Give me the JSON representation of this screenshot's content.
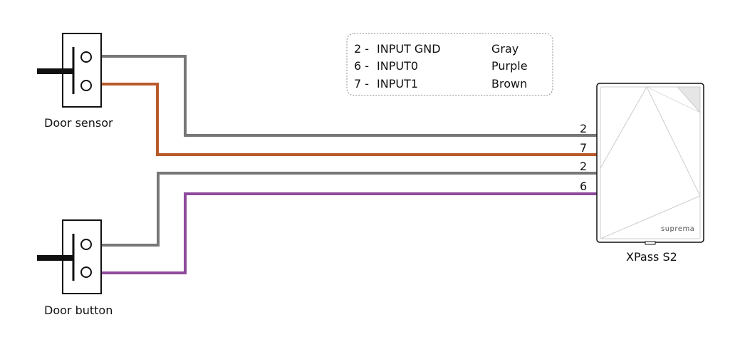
{
  "legend": {
    "rows": [
      {
        "pin": "2 -",
        "signal": "INPUT GND",
        "color_name": "Gray"
      },
      {
        "pin": "6 -",
        "signal": "INPUT0",
        "color_name": "Purple"
      },
      {
        "pin": "7 -",
        "signal": "INPUT1",
        "color_name": "Brown"
      }
    ]
  },
  "devices": {
    "door_sensor_label": "Door sensor",
    "door_button_label": "Door button",
    "reader_label": "XPass S2",
    "reader_brand": "suprema"
  },
  "pins": {
    "sensor_gray": "2",
    "sensor_brown": "7",
    "button_gray": "2",
    "button_purple": "6"
  },
  "colors": {
    "gray": "#777777",
    "brown": "#b85a2a",
    "purple": "#8e4a9c",
    "outline": "#111111"
  }
}
